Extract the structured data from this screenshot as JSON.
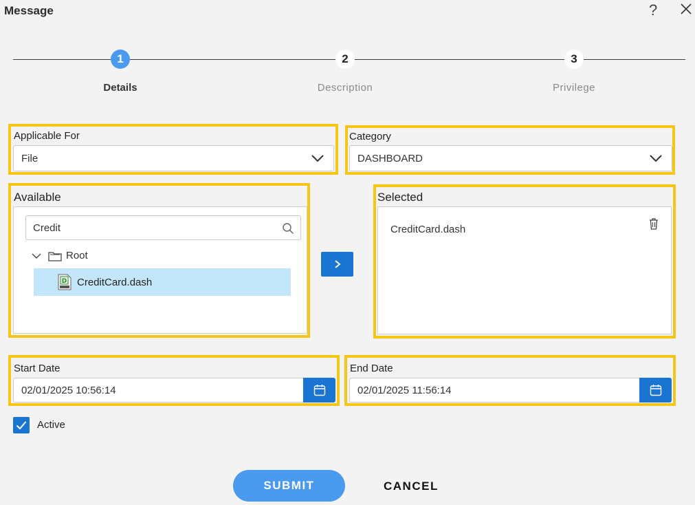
{
  "window": {
    "title": "Message",
    "help_symbol": "?"
  },
  "stepper": {
    "steps": [
      {
        "number": "1",
        "label": "Details",
        "state": "active"
      },
      {
        "number": "2",
        "label": "Description",
        "state": "inactive"
      },
      {
        "number": "3",
        "label": "Privilege",
        "state": "inactive"
      }
    ]
  },
  "applicable_for": {
    "label": "Applicable For",
    "value": "File"
  },
  "category": {
    "label": "Category",
    "value": "DASHBOARD"
  },
  "available": {
    "label": "Available",
    "search_value": "Credit",
    "tree_root": "Root",
    "tree_items": [
      {
        "label": "CreditCard.dash",
        "icon": "dash-file-icon",
        "selected": true
      }
    ]
  },
  "selected": {
    "label": "Selected",
    "items": [
      "CreditCard.dash"
    ]
  },
  "start_date": {
    "label": "Start Date",
    "value": "02/01/2025 10:56:14"
  },
  "end_date": {
    "label": "End Date",
    "value": "02/01/2025 11:56:14"
  },
  "active": {
    "label": "Active",
    "checked": true
  },
  "actions": {
    "submit": "SUBMIT",
    "cancel": "CANCEL"
  },
  "colors": {
    "accent": "#1a75d2",
    "step_active": "#4a9af0",
    "highlight": "#f5c518",
    "tree_selection": "#c3e6fb"
  }
}
